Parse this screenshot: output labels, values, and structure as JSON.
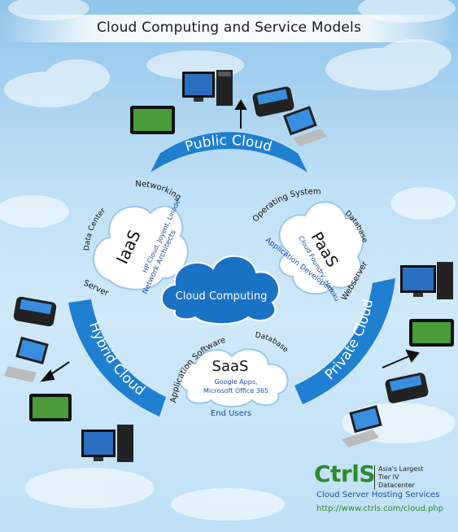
{
  "title": "Cloud Computing and Service Models",
  "center_label": "Cloud Computing",
  "arcs": {
    "public": "Public Cloud",
    "private": "Private Cloud",
    "hybrid": "Hybrid Cloud"
  },
  "iaas": {
    "name": "IaaS",
    "providers": "HP Cloud, Joyent, Linode",
    "users": "Network Architects",
    "labels": {
      "data_center": "Data Center",
      "networking": "Networking",
      "server": "Server"
    }
  },
  "paas": {
    "name": "PaaS",
    "providers": "Cloud Foundry, Heroku",
    "users": "Application Developers",
    "labels": {
      "operating_system": "Operating System",
      "database": "Database",
      "webserver": "Webserver"
    }
  },
  "saas": {
    "name": "SaaS",
    "providers_line1": "Google Apps,",
    "providers_line2": "Microsoft Office 365",
    "users": "End Users",
    "labels": {
      "application_software": "Application Software",
      "database": "Database"
    }
  },
  "brand": {
    "logo": "CtrlS",
    "tagline_line1": "Asia's Largest",
    "tagline_line2": "Tier IV Datacenter",
    "service": "Cloud Server Hosting Services",
    "url": "http://www.ctrls.com/cloud.php"
  },
  "colors": {
    "arc_blue": "#1f7fd1",
    "arc_dark": "#1560a8",
    "provider_blue": "#1f4fa0",
    "brand_green": "#2e8b2e"
  }
}
